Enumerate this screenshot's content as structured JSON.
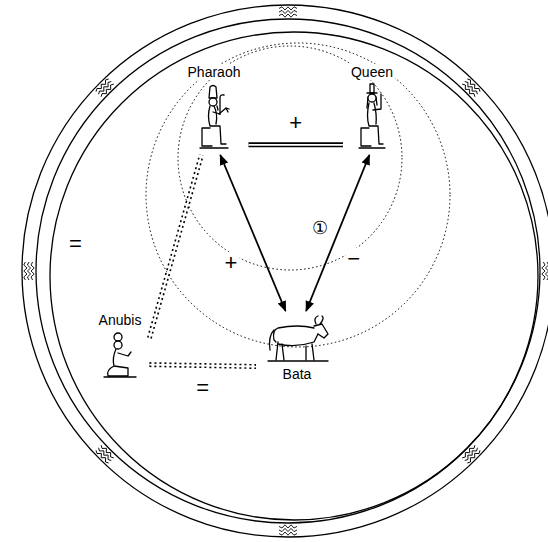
{
  "diagram": {
    "nodes": [
      {
        "text": [
          "Pharaoh"
        ]
      },
      {
        "text": [
          "Queen"
        ]
      },
      {
        "text": [
          "Anubis"
        ]
      },
      {
        "text": [
          "Bata"
        ]
      }
    ],
    "edges": [
      {
        "from": 0,
        "to": 1,
        "label": "+",
        "arrow": "none"
      },
      {
        "from": 0,
        "to": 3,
        "label": "+",
        "arrow": "both"
      },
      {
        "from": 1,
        "to": 3,
        "label": "−",
        "arrow": "both"
      },
      {
        "from": 2,
        "to": 0,
        "label": "=",
        "arrow": "none"
      },
      {
        "from": 2,
        "to": 3,
        "label": "=",
        "arrow": "none"
      }
    ],
    "labels": [
      "①"
    ]
  }
}
